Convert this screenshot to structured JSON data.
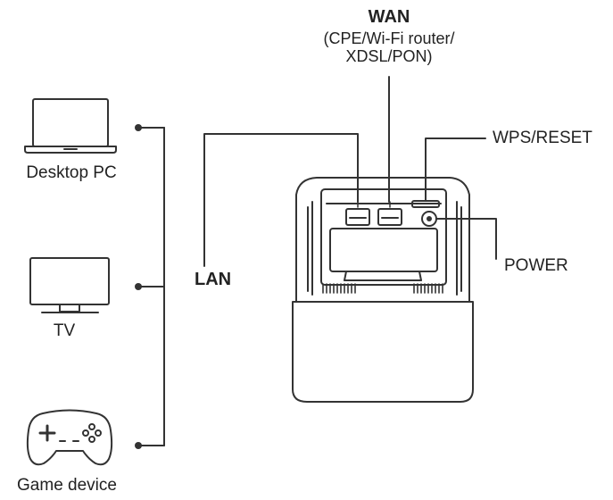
{
  "ports": {
    "wan_title": "WAN",
    "wan_detail": "(CPE/Wi-Fi router/\nXDSL/PON)",
    "wps": "WPS/RESET",
    "power": "POWER",
    "lan": "LAN"
  },
  "devices": [
    {
      "label": "Desktop PC",
      "icon": "laptop-icon"
    },
    {
      "label": "TV",
      "icon": "monitor-icon"
    },
    {
      "label": "Game device",
      "icon": "gamepad-icon"
    }
  ],
  "colors": {
    "line": "#333333",
    "text": "#222222"
  }
}
